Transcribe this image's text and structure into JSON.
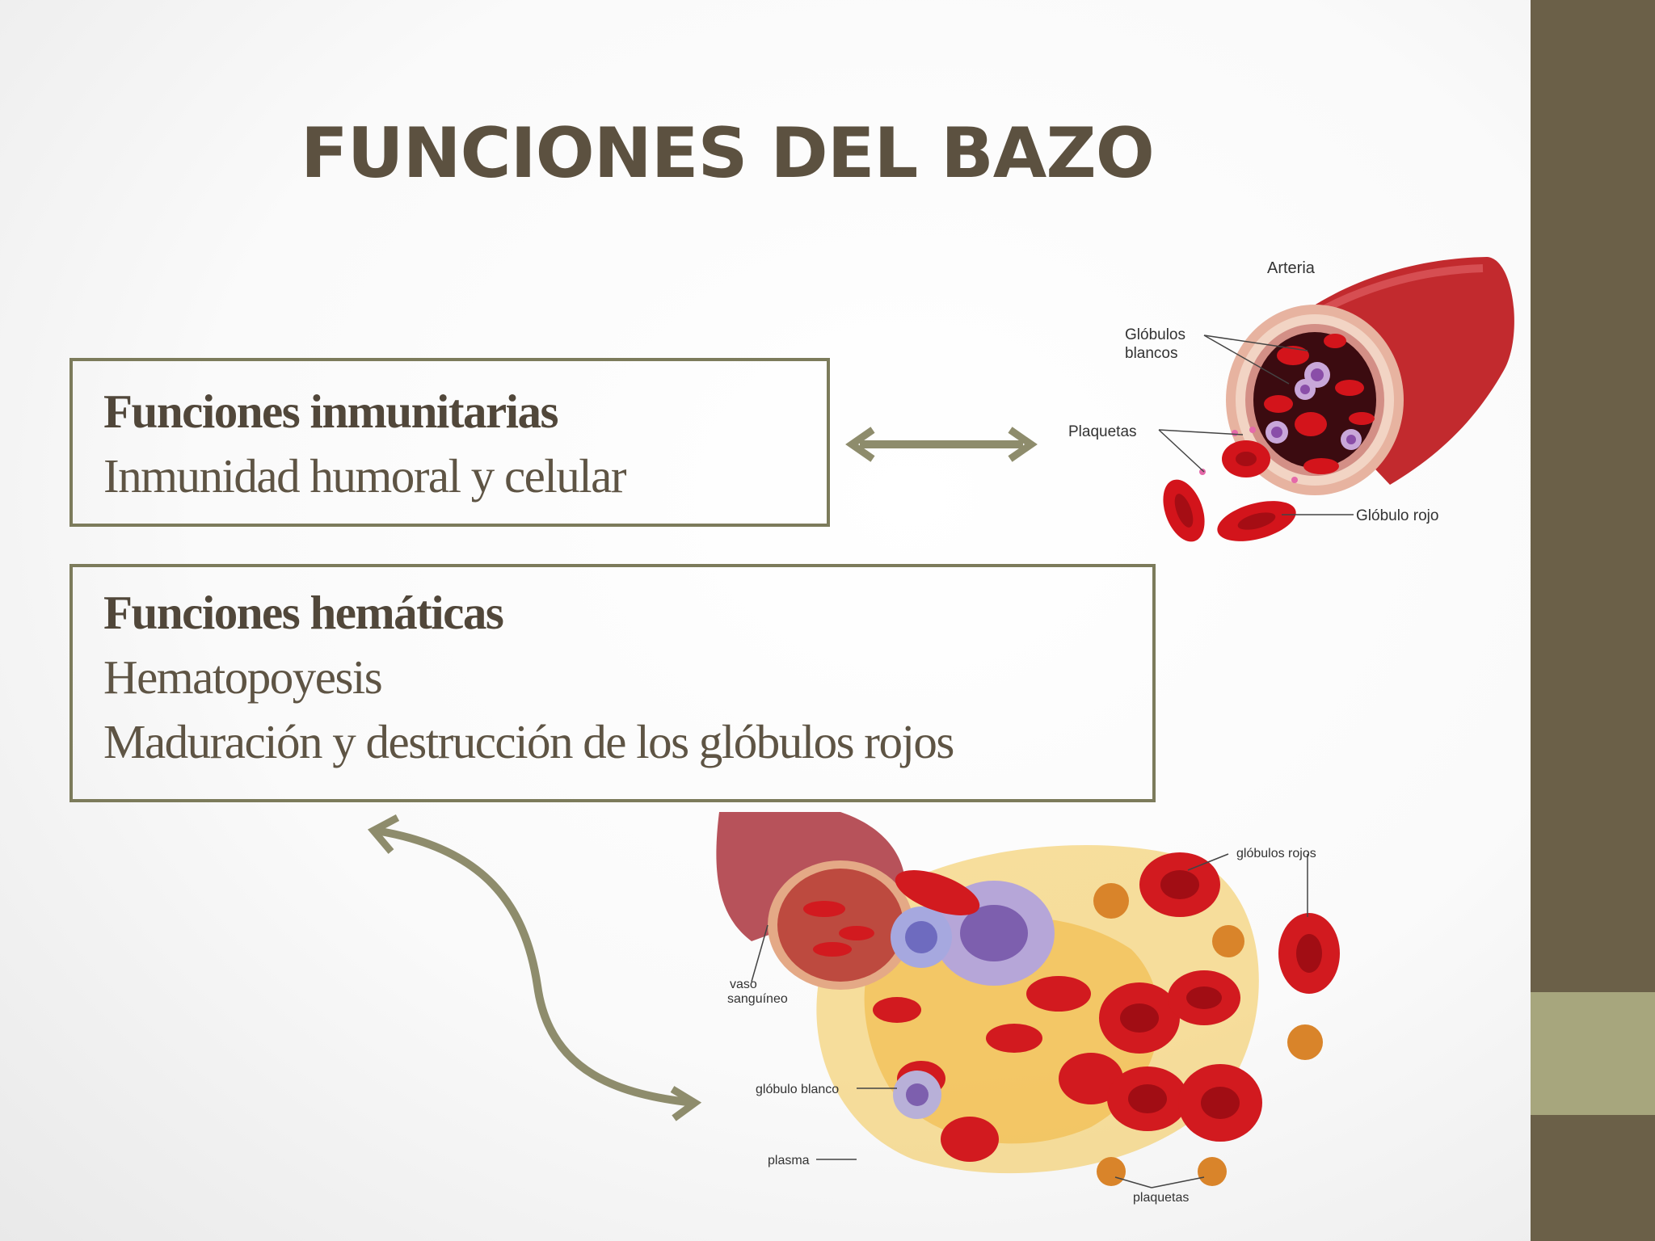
{
  "title": "FUNCIONES DEL BAZO",
  "immune": {
    "heading": "Funciones inmunitarias",
    "text": "Inmunidad humoral y celular"
  },
  "hematic": {
    "heading": "Funciones hemáticas",
    "line1": "Hematopoyesis",
    "line2": "Maduración y destrucción de los glóbulos rojos"
  },
  "artery_illustration": {
    "labels": {
      "artery": "Arteria",
      "wbc_line1": "Glóbulos",
      "wbc_line2": "blancos",
      "platelets": "Plaquetas",
      "rbc": "Glóbulo rojo"
    }
  },
  "tissue_illustration": {
    "labels": {
      "rbcs": "glóbulos rojos",
      "vessel_line1": "vaso",
      "vessel_line2": "sanguíneo",
      "wbc": "glóbulo blanco",
      "plasma": "plasma",
      "platelets": "plaquetas"
    }
  },
  "colors": {
    "text": "#5c5140",
    "border": "#7c7b5b",
    "arrow": "#8e8c6c",
    "sidebar": "#6b6048",
    "sidebar_accent": "#a7a67d",
    "blood": "#c4141c"
  }
}
